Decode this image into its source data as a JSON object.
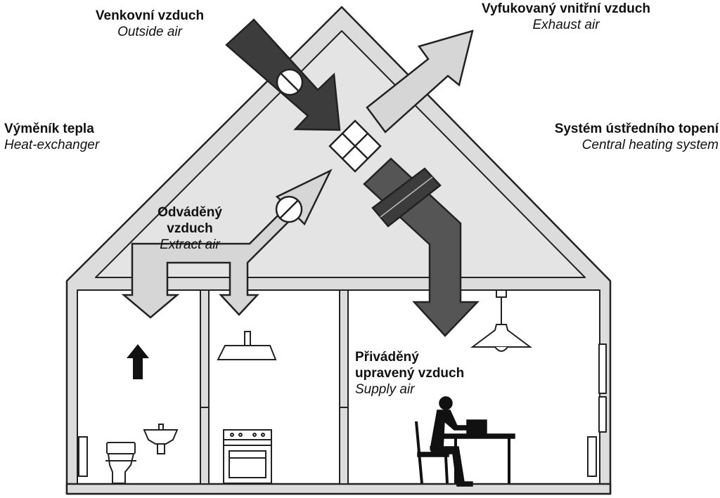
{
  "labels": {
    "outside_air": {
      "cz": "Venkovní vzduch",
      "en": "Outside air"
    },
    "exhaust_air": {
      "cz": "Vyfukovaný vnitřní vzduch",
      "en": "Exhaust air"
    },
    "heat_exchanger": {
      "cz": "Výměník tepla",
      "en": "Heat-exchanger"
    },
    "central_heating": {
      "cz": "Systém ústředního topení",
      "en": "Central heating system"
    },
    "extract_air": {
      "cz1": "Odváděný",
      "cz2": "vzduch",
      "en": "Extract air"
    },
    "supply_air": {
      "cz1": "Přiváděný",
      "cz2": "upravený vzduch",
      "en": "Supply air"
    }
  },
  "colors": {
    "wall": "#dcdcdc",
    "outline": "#222222",
    "dark_arrow": "#3c3c3c",
    "light_arrow": "#d6d6d6",
    "interior": "#ffffff"
  },
  "icons": [
    "outside-air-fan-icon",
    "extract-air-fan-icon",
    "heat-exchanger-icon",
    "heating-unit-icon",
    "ceiling-lamp-icon",
    "cooker-hood-icon",
    "toilet-icon",
    "washbasin-icon",
    "stove-icon",
    "person-at-desk-icon",
    "up-arrow-icon",
    "radiator-icon"
  ]
}
